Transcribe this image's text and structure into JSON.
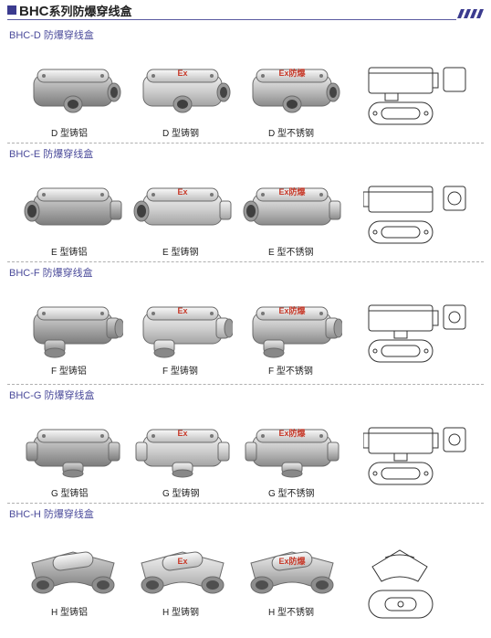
{
  "header": {
    "title_bold": "BHC",
    "title_rest": "系列防爆穿线盒"
  },
  "sections": [
    {
      "title": "BHC-D 防爆穿线盒",
      "captions": [
        "D 型铸铝",
        "D 型铸钢",
        "D 型不锈钢"
      ],
      "plates": [
        "",
        "Ex",
        "Ex防爆"
      ]
    },
    {
      "title": "BHC-E 防爆穿线盒",
      "captions": [
        "E 型铸铝",
        "E 型铸钢",
        "E 型不锈钢"
      ],
      "plates": [
        "",
        "Ex",
        "Ex防爆"
      ]
    },
    {
      "title": "BHC-F 防爆穿线盒",
      "captions": [
        "F 型铸铝",
        "F 型铸钢",
        "F 型不锈钢"
      ],
      "plates": [
        "",
        "Ex",
        "Ex防爆"
      ]
    },
    {
      "title": "BHC-G 防爆穿线盒",
      "captions": [
        "G 型铸铝",
        "G 型铸钢",
        "G 型不锈钢"
      ],
      "plates": [
        "",
        "Ex",
        "Ex防爆"
      ]
    },
    {
      "title": "BHC-H 防爆穿线盒",
      "captions": [
        "H 型铸铝",
        "H 型铸钢",
        "H 型不锈钢"
      ],
      "plates": [
        "",
        "Ex",
        "Ex防爆"
      ]
    }
  ],
  "colors": {
    "accent": "#3b3b8f",
    "section_title": "#4a4a9a",
    "plate_text": "#c83a2a"
  }
}
